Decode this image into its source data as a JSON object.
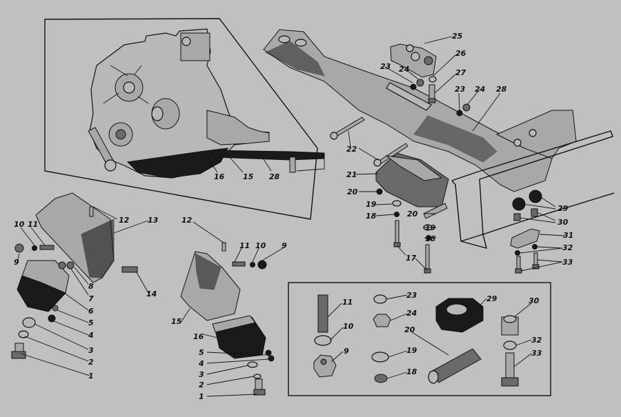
{
  "figure": {
    "title": "Engine mounting exploded view",
    "inset": {
      "description": "Engine with transmission on crossmember",
      "labels": [
        "16",
        "15",
        "28"
      ]
    },
    "callouts": [
      {
        "id": "c1a",
        "text": "1"
      },
      {
        "id": "c2a",
        "text": "2"
      },
      {
        "id": "c3a",
        "text": "3"
      },
      {
        "id": "c4a",
        "text": "4"
      },
      {
        "id": "c5a",
        "text": "5"
      },
      {
        "id": "c6a",
        "text": "6"
      },
      {
        "id": "c7a",
        "text": "7"
      },
      {
        "id": "c8a",
        "text": "8"
      },
      {
        "id": "c9a",
        "text": "9"
      },
      {
        "id": "c10a",
        "text": "10"
      },
      {
        "id": "c11a",
        "text": "11"
      },
      {
        "id": "c12a",
        "text": "12"
      },
      {
        "id": "c13a",
        "text": "13"
      },
      {
        "id": "c14a",
        "text": "14"
      },
      {
        "id": "c12b",
        "text": "12"
      },
      {
        "id": "c11b",
        "text": "11"
      },
      {
        "id": "c10b",
        "text": "10"
      },
      {
        "id": "c9b",
        "text": "9"
      },
      {
        "id": "c15b",
        "text": "15"
      },
      {
        "id": "c16b",
        "text": "16"
      },
      {
        "id": "c5b",
        "text": "5"
      },
      {
        "id": "c4b",
        "text": "4"
      },
      {
        "id": "c3b",
        "text": "3"
      },
      {
        "id": "c2b",
        "text": "2"
      },
      {
        "id": "c1b",
        "text": "1"
      },
      {
        "id": "c17",
        "text": "17"
      },
      {
        "id": "c18a",
        "text": "18"
      },
      {
        "id": "c19a",
        "text": "19"
      },
      {
        "id": "c20a",
        "text": "20"
      },
      {
        "id": "c21",
        "text": "21"
      },
      {
        "id": "c22",
        "text": "22"
      },
      {
        "id": "c18b",
        "text": "18"
      },
      {
        "id": "c19b",
        "text": "19"
      },
      {
        "id": "c20b",
        "text": "20"
      },
      {
        "id": "c23a",
        "text": "23"
      },
      {
        "id": "c24a",
        "text": "24"
      },
      {
        "id": "c25",
        "text": "25"
      },
      {
        "id": "c26",
        "text": "26"
      },
      {
        "id": "c27",
        "text": "27"
      },
      {
        "id": "c23b",
        "text": "23"
      },
      {
        "id": "c24b",
        "text": "24"
      },
      {
        "id": "c28",
        "text": "28"
      },
      {
        "id": "c29",
        "text": "29"
      },
      {
        "id": "c30",
        "text": "30"
      },
      {
        "id": "c31",
        "text": "31"
      },
      {
        "id": "c32",
        "text": "32"
      },
      {
        "id": "c33",
        "text": "33"
      }
    ],
    "detail_box": {
      "labels": [
        "11",
        "10",
        "9",
        "23",
        "24",
        "19",
        "18",
        "20",
        "29",
        "30",
        "32",
        "33"
      ]
    }
  }
}
